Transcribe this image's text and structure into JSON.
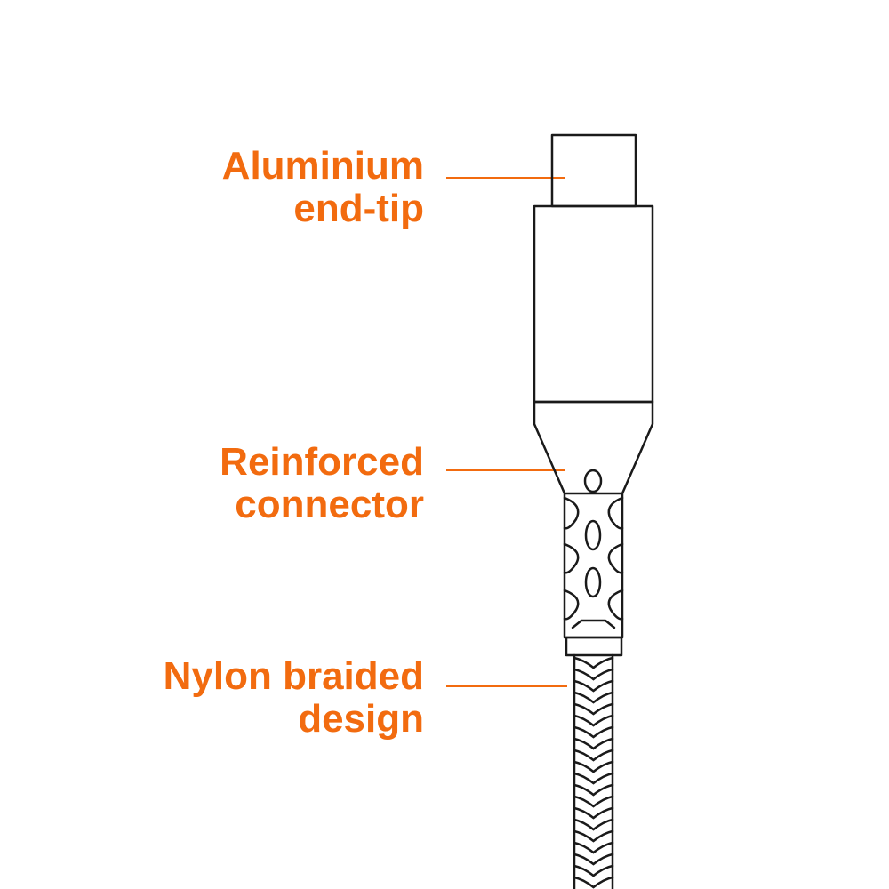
{
  "colors": {
    "accent": "#f26b0f",
    "outline": "#1a1a1a",
    "background": "#ffffff"
  },
  "callouts": [
    {
      "line1": "Aluminium",
      "line2": "end-tip"
    },
    {
      "line1": "Reinforced",
      "line2": "connector"
    },
    {
      "line1": "Nylon braided",
      "line2": "design"
    }
  ]
}
